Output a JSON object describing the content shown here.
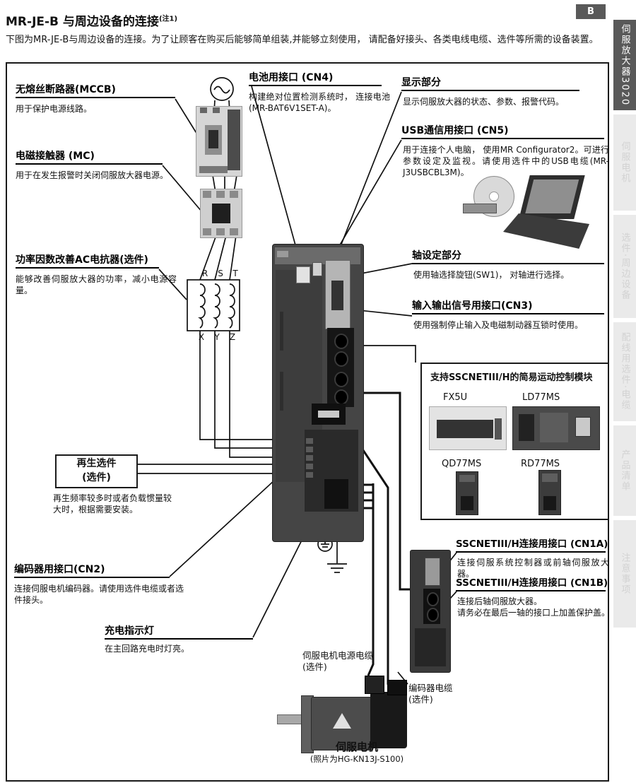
{
  "page": {
    "title": "MR-JE-B 与周边设备的连接",
    "title_note": "(注1)",
    "section_badge": "B",
    "intro": "下图为MR-JE-B与周边设备的连接。为了让顾客在购买后能够简单组装,并能够立刻使用， 请配备好接头、各类电线电缆、选件等所需的设备装置。"
  },
  "sidebar": {
    "tabs": [
      {
        "label": "伺服放大器3020",
        "active": true
      },
      {
        "label": "伺服电机",
        "active": false
      },
      {
        "label": "选件·周边设备",
        "active": false
      },
      {
        "label": "配线用选件·电缆",
        "active": false
      },
      {
        "label": "产品清单",
        "active": false
      },
      {
        "label": "注意事项",
        "active": false
      }
    ]
  },
  "callouts": {
    "mccb": {
      "title": "无熔丝断路器(MCCB)",
      "body": "用于保护电源线路。"
    },
    "mc": {
      "title": "电磁接触器 (MC)",
      "body": "用于在发生报警时关闭伺服放大器电源。"
    },
    "reactor": {
      "title": "功率因数改善AC电抗器(选件)",
      "body": "能够改善伺服放大器的功率，减小电源容量。"
    },
    "regen": {
      "line1": "再生选件",
      "line2": "(选件)",
      "body": "再生频率较多时或者负载惯量较大时，根据需要安装。"
    },
    "cn2": {
      "title": "编码器用接口(CN2)",
      "body": "连接伺服电机编码器。请使用选件电缆或者选件接头。"
    },
    "charge": {
      "title": "充电指示灯",
      "body": "在主回路充电时灯亮。"
    },
    "cn4": {
      "title": "电池用接口 (CN4)",
      "body": "构建绝对位置检测系统时， 连接电池(MR-BAT6V1SET-A)。"
    },
    "display": {
      "title": "显示部分",
      "body": "显示伺服放大器的状态、参数、报警代码。"
    },
    "usb": {
      "title": "USB通信用接口  (CN5)",
      "body": "用于连接个人电脑， 使用MR Configurator2。可进行参数设定及监视。请使用选件中的USB电缆(MR-J3USBCBL3M)。"
    },
    "axis": {
      "title": "轴设定部分",
      "body": "使用轴选择旋钮(SW1)， 对轴进行选择。"
    },
    "cn3": {
      "title": "输入输出信号用接口(CN3)",
      "body": "使用强制停止输入及电磁制动器互锁时使用。"
    },
    "cn1a": {
      "title": "SSCNETIII/H连接用接口 (CN1A)",
      "body": "连接伺服系统控制器或前轴伺服放大器。"
    },
    "cn1b": {
      "title": "SSCNETIII/H连接用接口 (CN1B)",
      "body": "连接后轴伺服放大器。",
      "body2": "请务必在最后一轴的接口上加盖保护盖。"
    }
  },
  "modules": {
    "title": "支持SSCNETIII/H的简易运动控制模块",
    "items": [
      {
        "name": "FX5U"
      },
      {
        "name": "LD77MS"
      },
      {
        "name": "QD77MS"
      },
      {
        "name": "RD77MS"
      }
    ]
  },
  "labels": {
    "motor_power_cable": "伺服电机电源电缆",
    "motor_power_cable_note": "(选件)",
    "encoder_cable": "编码器电缆",
    "encoder_cable_note": "(选件)",
    "servo_motor": "伺服电机",
    "servo_motor_note": "(照片为HG-KN13J-S100)",
    "reactor_terminals_top": [
      "R",
      "S",
      "T"
    ],
    "reactor_terminals_bottom": [
      "X",
      "Y",
      "Z"
    ]
  },
  "colors": {
    "tab_active_bg": "#595959",
    "line": "#111111"
  }
}
